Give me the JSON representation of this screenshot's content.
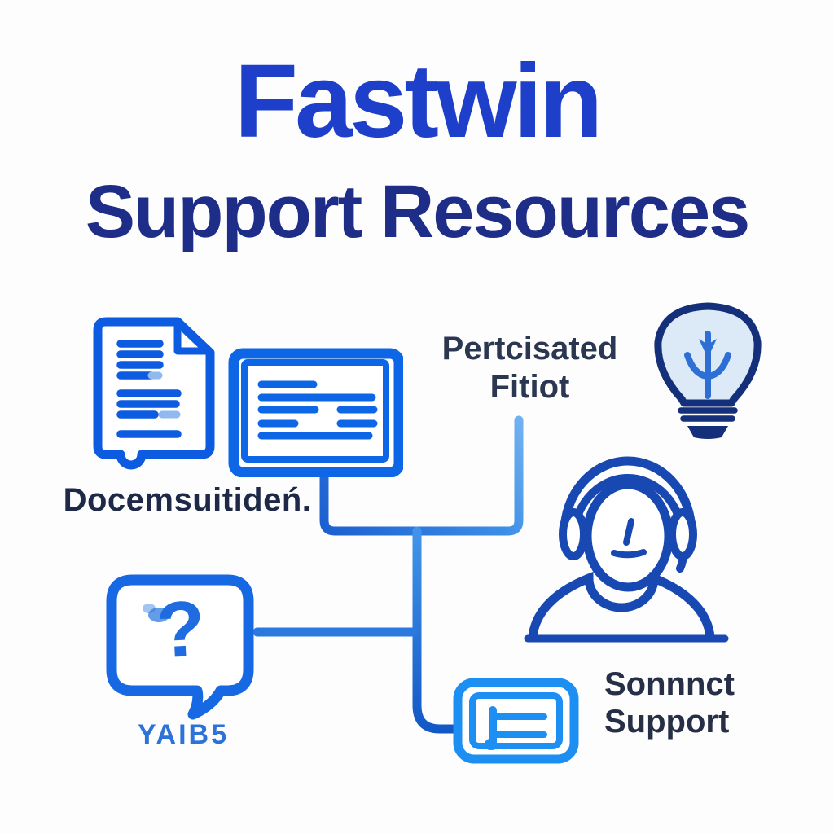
{
  "title": {
    "brand": "Fastwin",
    "subtitle": "Support Resources"
  },
  "nodes": {
    "documentation": {
      "label": "Docemsuitideń."
    },
    "personalized": {
      "label_line1": "Pertcisated",
      "label_line2": "Fitiot"
    },
    "faq": {
      "label": "YAIB5",
      "bubble_glyph": "?"
    },
    "contact": {
      "label_line1": "Sonnnct",
      "label_line2": "Support"
    }
  },
  "icons": [
    "document-icon",
    "browser-card-icon",
    "lightbulb-icon",
    "support-agent-icon",
    "question-bubble-icon",
    "ticket-card-icon"
  ],
  "colors": {
    "brand_title": "#1d3fca",
    "subtitle": "#1e2e88",
    "primary_blue": "#0d5be0",
    "azure": "#1e8ff2",
    "navy_outline": "#15307a",
    "bulb_fill": "#dce9f7",
    "person_blue": "#1848b2",
    "label_dark": "#262f45",
    "faq_label": "#2b72d9",
    "connector_dark": "#1b5fd0",
    "connector_light": "#4fa0ec"
  }
}
